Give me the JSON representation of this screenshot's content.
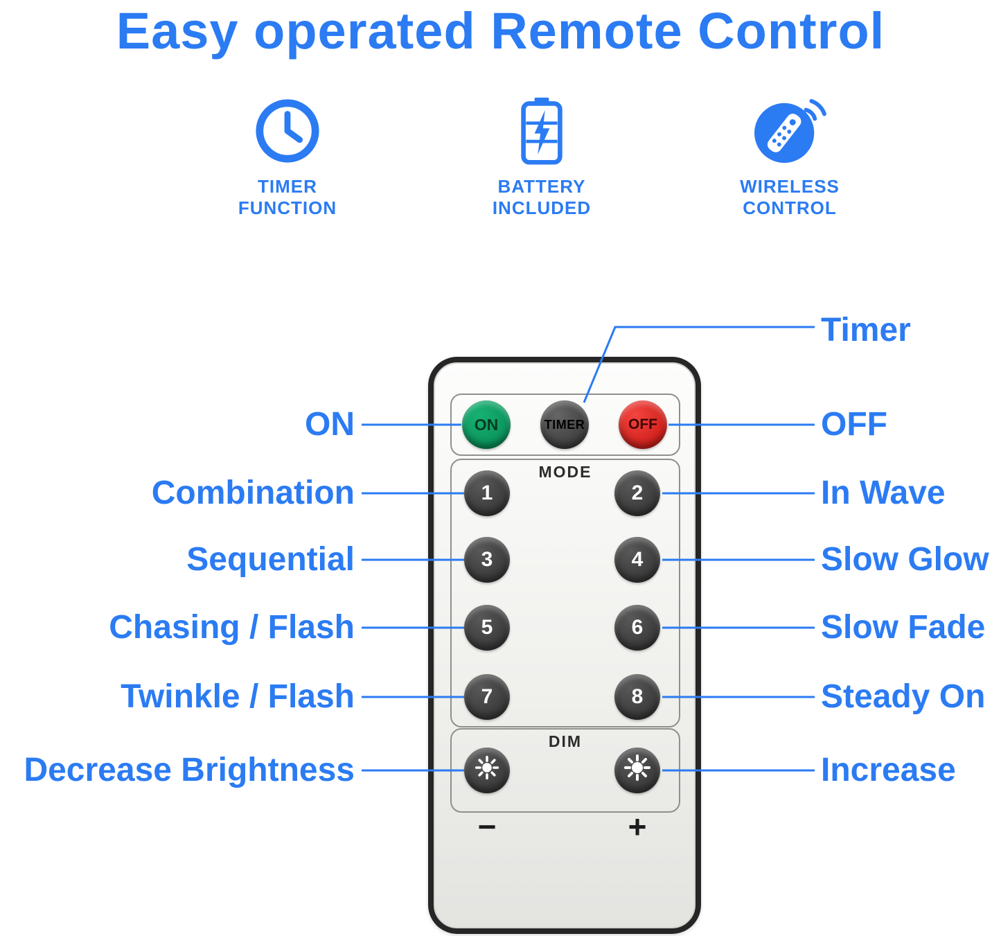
{
  "title": "Easy operated Remote Control",
  "features": [
    {
      "icon": "clock",
      "line1": "TIMER",
      "line2": "FUNCTION"
    },
    {
      "icon": "battery",
      "line1": "BATTERY",
      "line2": "INCLUDED"
    },
    {
      "icon": "remote",
      "line1": "WIRELESS",
      "line2": "CONTROL"
    }
  ],
  "remote": {
    "power_buttons": {
      "on": "ON",
      "timer": "TIMER",
      "off": "OFF"
    },
    "mode_label": "MODE",
    "mode_buttons": [
      "1",
      "2",
      "3",
      "4",
      "5",
      "6",
      "7",
      "8"
    ],
    "dim_label": "DIM",
    "decrease_symbol": "−",
    "increase_symbol": "+"
  },
  "callouts": {
    "timer": "Timer",
    "left": [
      "ON",
      "Combination",
      "Sequential",
      "Chasing / Flash",
      "Twinkle / Flash",
      "Decrease Brightness"
    ],
    "right": [
      "OFF",
      "In Wave",
      "Slow Glow",
      "Slow Fade",
      "Steady On",
      "Increase"
    ]
  },
  "colors": {
    "accent": "#2b7bf3",
    "on_green": "#0ca365",
    "off_red": "#d91512",
    "button_dark": "#3a3a3a"
  }
}
